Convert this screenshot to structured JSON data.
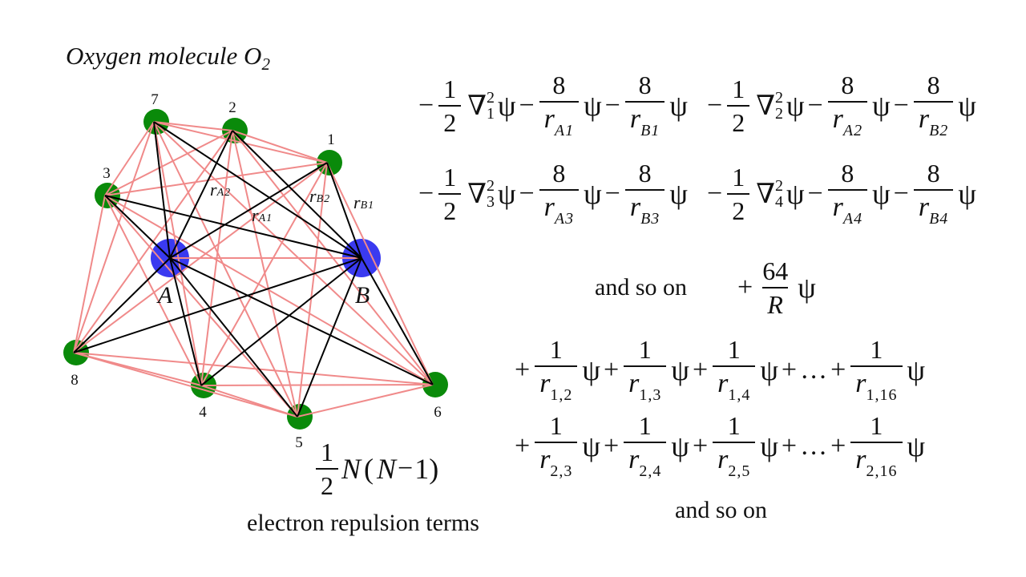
{
  "title": {
    "text": "Oxygen molecule O",
    "subscript": "2"
  },
  "diagram": {
    "colors": {
      "electron": "#0a8a0a",
      "nucleus": "#3a3af0",
      "attraction_line": "#000000",
      "repulsion_line": "#f08a8a"
    },
    "nuclei": [
      {
        "id": "A",
        "label": "A"
      },
      {
        "id": "B",
        "label": "B"
      }
    ],
    "electrons": [
      {
        "id": "1",
        "label": "1"
      },
      {
        "id": "2",
        "label": "2"
      },
      {
        "id": "3",
        "label": "3"
      },
      {
        "id": "4",
        "label": "4"
      },
      {
        "id": "5",
        "label": "5"
      },
      {
        "id": "6",
        "label": "6"
      },
      {
        "id": "7",
        "label": "7"
      },
      {
        "id": "8",
        "label": "8"
      }
    ],
    "distance_labels": [
      {
        "r": "r",
        "sub": "A2"
      },
      {
        "r": "r",
        "sub": "A1"
      },
      {
        "r": "r",
        "sub": "B2"
      },
      {
        "r": "r",
        "sub": "B1"
      }
    ]
  },
  "equations": {
    "electron_terms": [
      {
        "index": "1",
        "coef_num": "1",
        "coef_den": "2",
        "sup": "2",
        "charge": "8",
        "rA": "A1",
        "rB": "B1"
      },
      {
        "index": "2",
        "coef_num": "1",
        "coef_den": "2",
        "sup": "2",
        "charge": "8",
        "rA": "A2",
        "rB": "B2"
      },
      {
        "index": "3",
        "coef_num": "1",
        "coef_den": "2",
        "sup": "2",
        "charge": "8",
        "rA": "A3",
        "rB": "B3"
      },
      {
        "index": "4",
        "coef_num": "1",
        "coef_den": "2",
        "sup": "2",
        "charge": "8",
        "rA": "A4",
        "rB": "B4"
      }
    ],
    "and_so_on_1": "and so on",
    "nuclear_term": {
      "sign": "+",
      "num": "64",
      "den": "R"
    },
    "repulsion_rows": [
      {
        "terms": [
          "1,2",
          "1,3",
          "1,4"
        ],
        "last": "1,16"
      },
      {
        "terms": [
          "2,3",
          "2,4",
          "2,5"
        ],
        "last": "2,16"
      }
    ],
    "numerator": "1",
    "ellipsis": "…",
    "and_so_on_2": "and so on"
  },
  "count_formula": {
    "coef_num": "1",
    "coef_den": "2",
    "expr_a": "N",
    "expr_open": "(",
    "expr_b": "N",
    "expr_minus": "−",
    "expr_one": "1",
    "expr_close": ")"
  },
  "count_caption": "electron repulsion terms",
  "symbols": {
    "psi": "ψ",
    "nabla": "∇",
    "minus": "−",
    "plus": "+",
    "r": "r"
  }
}
